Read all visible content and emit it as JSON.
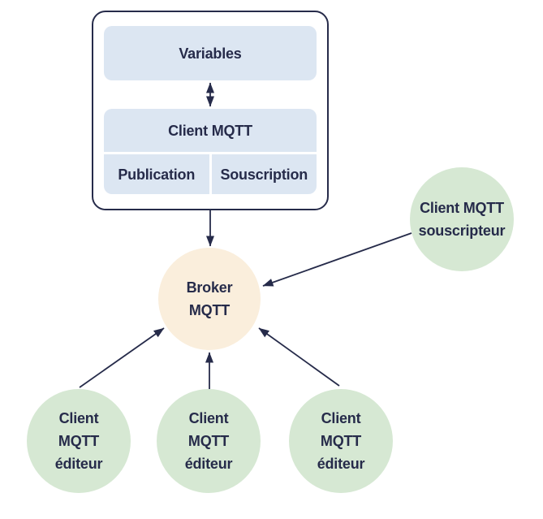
{
  "diagram": {
    "colors": {
      "stroke": "#262b4a",
      "text": "#262b4a",
      "box_fill": "#dce6f2",
      "broker_fill": "#faeedc",
      "client_fill": "#d6e8d3",
      "canvas_bg": "#ffffff"
    },
    "device_group": {
      "variables_label": "Variables",
      "client_mqtt_label": "Client MQTT",
      "publication_label": "Publication",
      "souscription_label": "Souscription"
    },
    "broker": {
      "label": "Broker\nMQTT"
    },
    "subscriber": {
      "label": "Client MQTT\nsouscripteur"
    },
    "publishers": [
      {
        "label": "Client\nMQTT\néditeur"
      },
      {
        "label": "Client\nMQTT\néditeur"
      },
      {
        "label": "Client\nMQTT\néditeur"
      }
    ]
  }
}
